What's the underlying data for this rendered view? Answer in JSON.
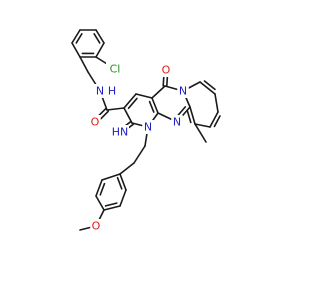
{
  "colors": {
    "bond": "#1a1a1a",
    "background": "#ffffff",
    "carbon_label": "#1a1a1a",
    "nitrogen": "#2020c8",
    "oxygen": "#e01b1b",
    "chlorine": "#1b9a1b"
  },
  "atom_labels": {
    "chlorine": "Cl",
    "amide_nh": "N",
    "amide_h": "H",
    "amide_o": "O",
    "ketone_o": "O",
    "imine_nh": "HN",
    "n_bridge": "N",
    "n_ring_pyrimidine": "N",
    "n_pyrido": "N",
    "methoxy_o": "O",
    "methyl_ring": "",
    "methyl_methoxy": ""
  }
}
